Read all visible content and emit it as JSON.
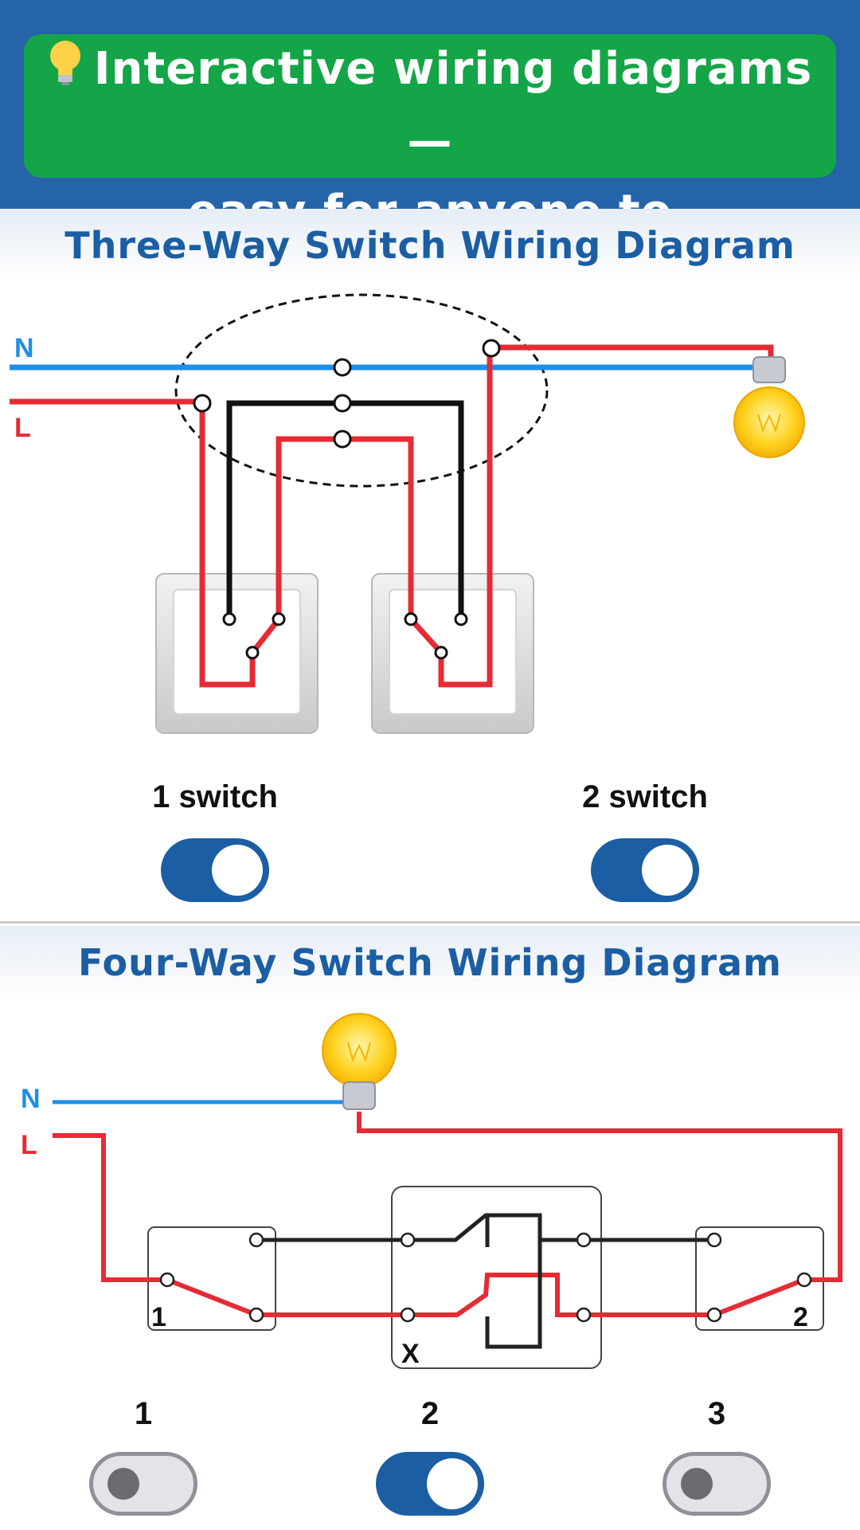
{
  "banner": {
    "line1": "Interactive wiring diagrams —",
    "line2": "easy for anyone to understand!"
  },
  "three_way": {
    "title": "Three-Way Switch Wiring Diagram",
    "neutral_label": "N",
    "live_label": "L",
    "switches": [
      {
        "label": "1 switch",
        "on": true
      },
      {
        "label": "2 switch",
        "on": true
      }
    ]
  },
  "four_way": {
    "title": "Four-Way Switch Wiring Diagram",
    "neutral_label": "N",
    "live_label": "L",
    "box_labels": [
      "1",
      "X",
      "2"
    ],
    "switches": [
      {
        "label": "1",
        "on": false
      },
      {
        "label": "2",
        "on": true
      },
      {
        "label": "3",
        "on": false
      }
    ]
  },
  "colors": {
    "header_blue": "#2564a8",
    "banner_green": "#13a547",
    "accent_blue": "#1b5ea3",
    "neutral_wire": "#1e8fe8",
    "live_wire": "#e62b35",
    "black_wire": "#111111"
  },
  "icons": [
    "lightbulb-icon",
    "toggle-switch-icon"
  ]
}
